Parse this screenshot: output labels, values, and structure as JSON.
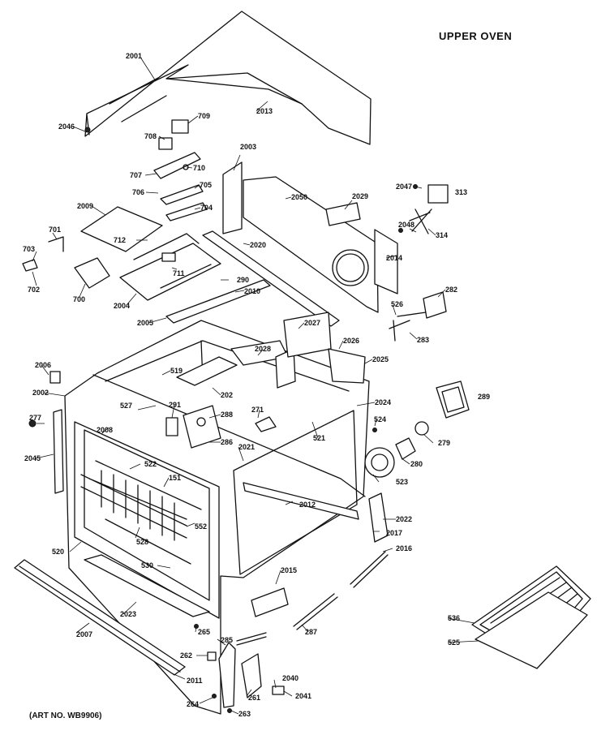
{
  "title": "UPPER OVEN",
  "art_number": "(ART NO. WB9906)",
  "labels": [
    {
      "id": "2001",
      "text": "2001"
    },
    {
      "id": "2046",
      "text": "2046"
    },
    {
      "id": "2013",
      "text": "2013"
    },
    {
      "id": "709",
      "text": "709"
    },
    {
      "id": "708",
      "text": "708"
    },
    {
      "id": "707",
      "text": "707"
    },
    {
      "id": "710",
      "text": "710"
    },
    {
      "id": "706",
      "text": "706"
    },
    {
      "id": "705",
      "text": "705"
    },
    {
      "id": "704",
      "text": "704"
    },
    {
      "id": "2003",
      "text": "2003"
    },
    {
      "id": "2050",
      "text": "2050"
    },
    {
      "id": "2029",
      "text": "2029"
    },
    {
      "id": "2047",
      "text": "2047"
    },
    {
      "id": "313",
      "text": "313"
    },
    {
      "id": "2048",
      "text": "2048"
    },
    {
      "id": "314",
      "text": "314"
    },
    {
      "id": "2009",
      "text": "2009"
    },
    {
      "id": "701",
      "text": "701"
    },
    {
      "id": "712",
      "text": "712"
    },
    {
      "id": "2020",
      "text": "2020"
    },
    {
      "id": "2014",
      "text": "2014"
    },
    {
      "id": "703",
      "text": "703"
    },
    {
      "id": "711",
      "text": "711"
    },
    {
      "id": "702",
      "text": "702"
    },
    {
      "id": "700",
      "text": "700"
    },
    {
      "id": "290",
      "text": "290"
    },
    {
      "id": "2004",
      "text": "2004"
    },
    {
      "id": "2010",
      "text": "2010"
    },
    {
      "id": "282",
      "text": "282"
    },
    {
      "id": "526",
      "text": "526"
    },
    {
      "id": "2005",
      "text": "2005"
    },
    {
      "id": "2027",
      "text": "2027"
    },
    {
      "id": "283",
      "text": "283"
    },
    {
      "id": "2028",
      "text": "2028"
    },
    {
      "id": "2026",
      "text": "2026"
    },
    {
      "id": "2025",
      "text": "2025"
    },
    {
      "id": "2006",
      "text": "2006"
    },
    {
      "id": "519",
      "text": "519"
    },
    {
      "id": "2002",
      "text": "2002"
    },
    {
      "id": "202",
      "text": "202"
    },
    {
      "id": "291",
      "text": "291"
    },
    {
      "id": "527",
      "text": "527"
    },
    {
      "id": "2024",
      "text": "2024"
    },
    {
      "id": "271",
      "text": "271"
    },
    {
      "id": "288",
      "text": "288"
    },
    {
      "id": "289",
      "text": "289"
    },
    {
      "id": "277",
      "text": "277"
    },
    {
      "id": "2008",
      "text": "2008"
    },
    {
      "id": "524",
      "text": "524"
    },
    {
      "id": "521",
      "text": "521"
    },
    {
      "id": "286",
      "text": "286"
    },
    {
      "id": "279",
      "text": "279"
    },
    {
      "id": "2021",
      "text": "2021"
    },
    {
      "id": "2045",
      "text": "2045"
    },
    {
      "id": "522",
      "text": "522"
    },
    {
      "id": "280",
      "text": "280"
    },
    {
      "id": "151",
      "text": "151"
    },
    {
      "id": "523",
      "text": "523"
    },
    {
      "id": "2016",
      "text": "2016"
    },
    {
      "id": "2022",
      "text": "2022"
    },
    {
      "id": "552",
      "text": "552"
    },
    {
      "id": "520",
      "text": "520"
    },
    {
      "id": "2017",
      "text": "2017"
    },
    {
      "id": "528",
      "text": "528"
    },
    {
      "id": "2015",
      "text": "2015"
    },
    {
      "id": "530",
      "text": "530"
    },
    {
      "id": "2012",
      "text": "2012"
    },
    {
      "id": "2023",
      "text": "2023"
    },
    {
      "id": "536",
      "text": "536"
    },
    {
      "id": "265",
      "text": "265"
    },
    {
      "id": "287",
      "text": "287"
    },
    {
      "id": "525",
      "text": "525"
    },
    {
      "id": "2007",
      "text": "2007"
    },
    {
      "id": "285",
      "text": "285"
    },
    {
      "id": "262",
      "text": "262"
    },
    {
      "id": "2011",
      "text": "2011"
    },
    {
      "id": "2040",
      "text": "2040"
    },
    {
      "id": "261",
      "text": "261"
    },
    {
      "id": "2041",
      "text": "2041"
    },
    {
      "id": "264",
      "text": "264"
    },
    {
      "id": "263",
      "text": "263"
    }
  ]
}
